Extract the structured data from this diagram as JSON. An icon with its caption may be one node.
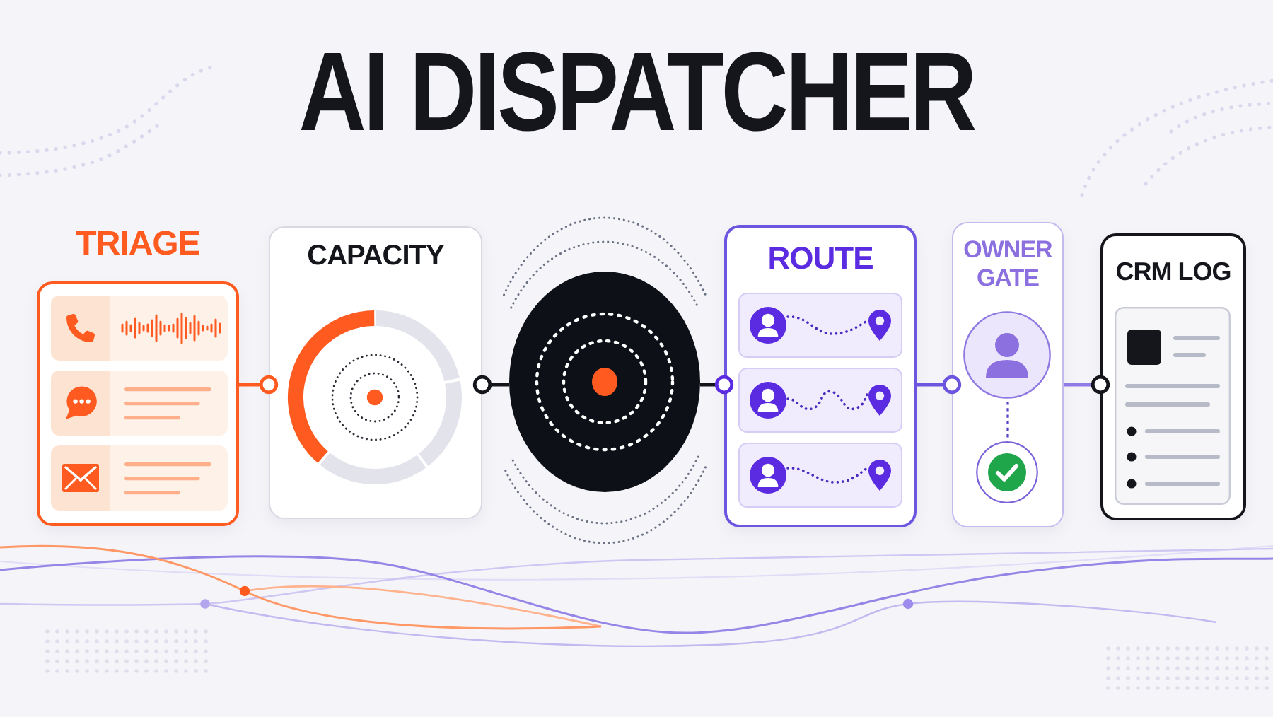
{
  "diagram": {
    "title": "AI DISPATCHER",
    "nodes": [
      {
        "text": [
          "TRIAGE"
        ]
      },
      {
        "text": [
          "CAPACITY"
        ]
      },
      {
        "text": [],
        "shape": "circle"
      },
      {
        "text": [
          "ROUTE"
        ]
      },
      {
        "text": [
          "OWNER GATE"
        ]
      },
      {
        "text": [
          "CRM LOG"
        ]
      }
    ],
    "edges": [
      {
        "from": 0,
        "to": 1,
        "arrow": "other",
        "color": "#ff5a1f"
      },
      {
        "from": 1,
        "to": 2,
        "arrow": "other",
        "color": "#14161c"
      },
      {
        "from": 2,
        "to": 3,
        "arrow": "other",
        "color": "#14161c"
      },
      {
        "from": 3,
        "to": 4,
        "arrow": "other",
        "color": "#6d55e0"
      },
      {
        "from": 4,
        "to": 5,
        "arrow": "other",
        "color": "#8f7ae6"
      }
    ]
  }
}
